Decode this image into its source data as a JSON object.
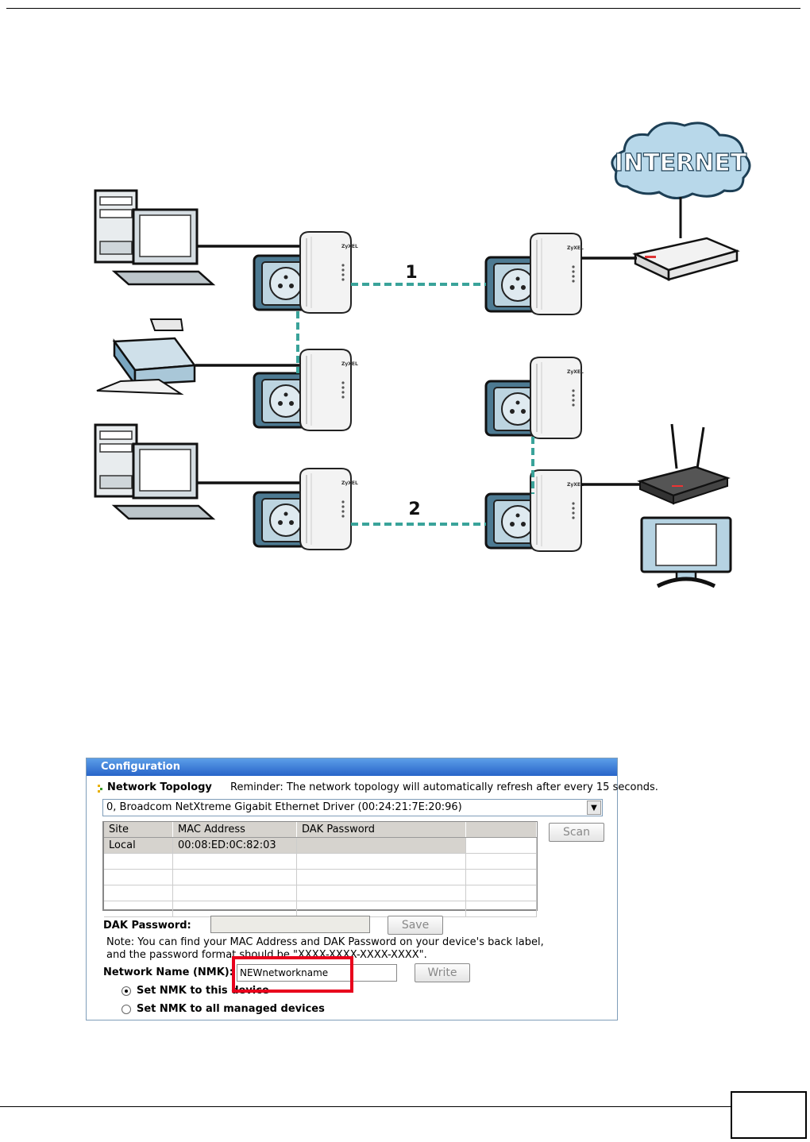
{
  "diagram": {
    "cloud_label": "INTERNET",
    "adapter_brand": "ZyXEL",
    "link_labels": [
      "1",
      "2"
    ]
  },
  "config": {
    "title": "Configuration",
    "network_topology_label": "Network Topology",
    "reminder": "Reminder: The network topology will automatically refresh after every 15 seconds.",
    "adapter_value": "0, Broadcom NetXtreme Gigabit Ethernet Driver (00:24:21:7E:20:96)",
    "columns": [
      "Site",
      "MAC Address",
      "DAK Password",
      ""
    ],
    "rows": [
      [
        "Local",
        "00:08:ED:0C:82:03",
        "",
        ""
      ]
    ],
    "scan_label": "Scan",
    "dak_password_label": "DAK Password:",
    "dak_password_value": "",
    "save_label": "Save",
    "note_line1": "Note: You can find your MAC Address and DAK Password on your device's back label,",
    "note_line2": "and the password format should be \"XXXX-XXXX-XXXX-XXXX\".",
    "nmk_label": "Network Name (NMK):",
    "nmk_value": "NEWnetworkname",
    "write_label": "Write",
    "radio_this": "Set NMK to this device",
    "radio_all": "Set NMK to all managed devices"
  },
  "colors": {
    "link": "#3aa39a",
    "title_bar": "#2f6fd0",
    "highlight": "#e8001c"
  }
}
